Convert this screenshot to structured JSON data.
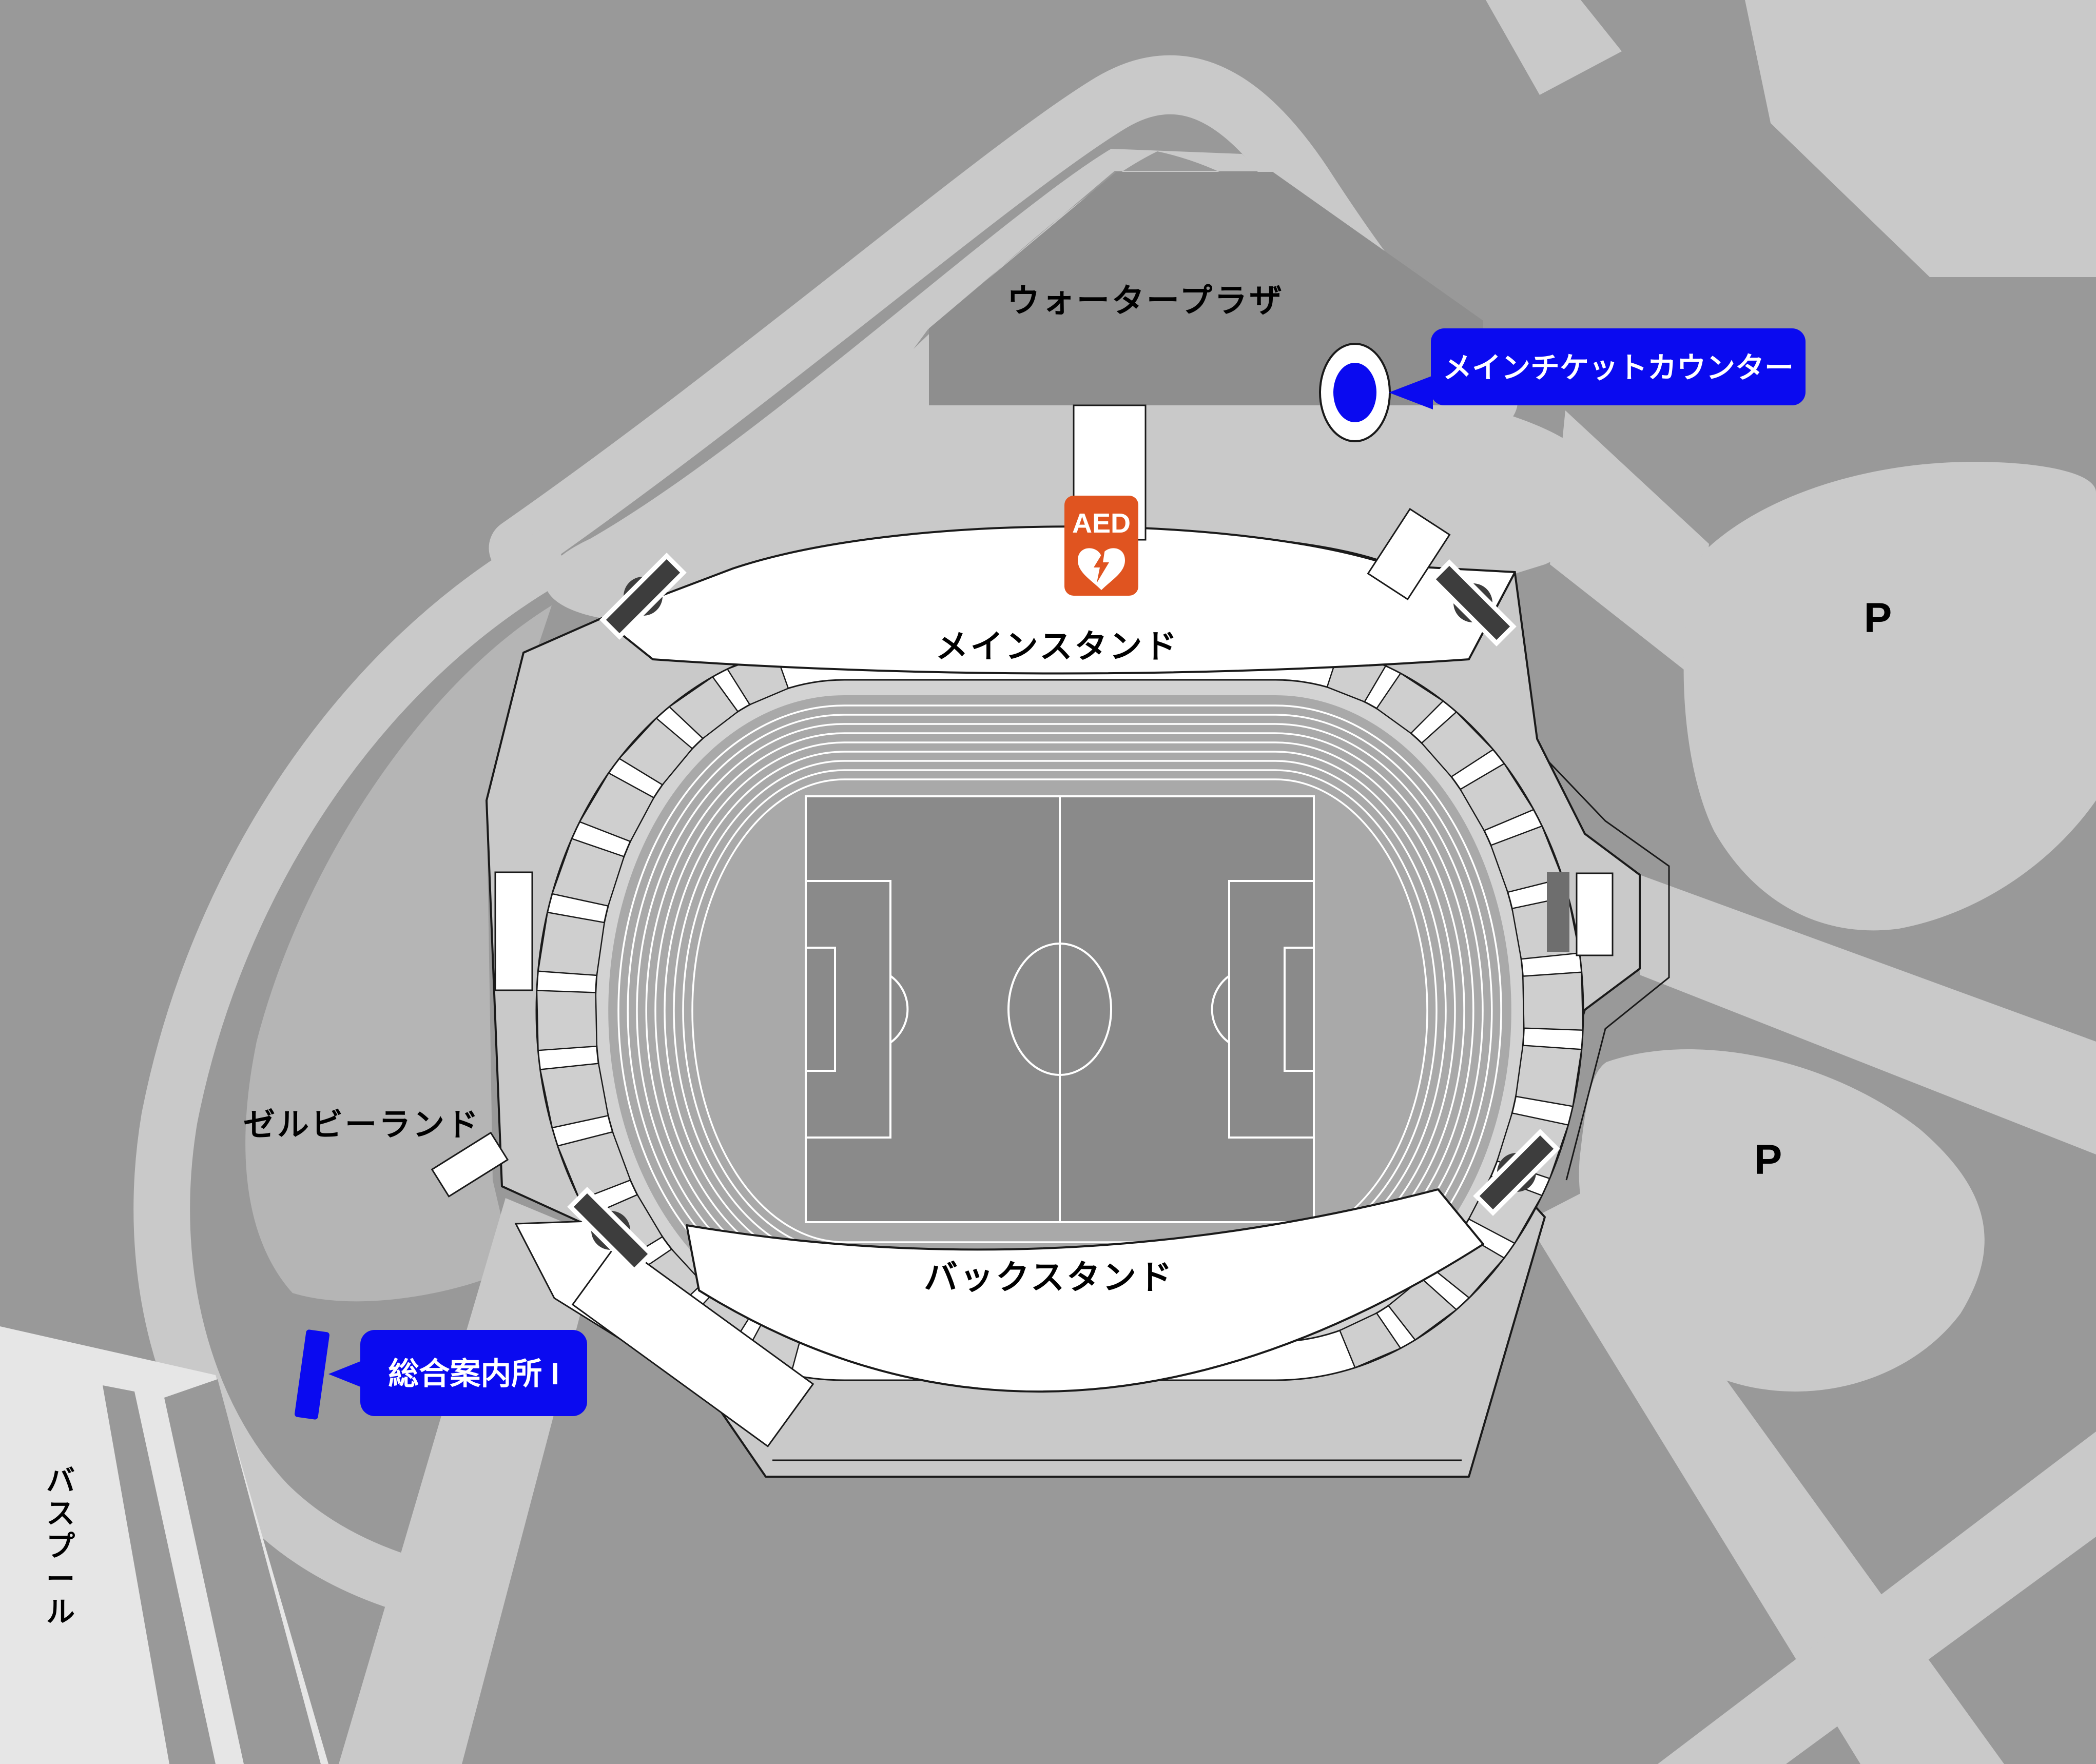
{
  "areas": {
    "water_plaza": "ウォータープラザ",
    "main_stand": "メインスタンド",
    "back_stand": "バックスタンド",
    "zelvia_land": "ゼルビーランド",
    "bus_pool": "バスプール",
    "bus_pool_chars": [
      "バ",
      "ス",
      "プ",
      "ー",
      "ル"
    ],
    "parking": "P"
  },
  "poi": {
    "ticket_counter": "メインチケットカウンター",
    "info_center": "総合案内所 I",
    "aed": "AED"
  },
  "colors": {
    "bg_dark": "#999999",
    "road_light": "#c9c9c9",
    "plaza": "#8e8e8e",
    "zelvia": "#b5b5b5",
    "bus_pool": "#e6e6e6",
    "stand_white": "#ffffff",
    "seat_gray": "#cfcfcf",
    "bowl_gray": "#d3d3d3",
    "track_gray": "#a9a9a9",
    "field_gray": "#8a8a8a",
    "accent_blue": "#0a0af0",
    "aed_orange": "#e05420",
    "gate_dark": "#3d3d3d",
    "building_dark": "#6e6e6e",
    "outline": "#1a1a1a"
  }
}
